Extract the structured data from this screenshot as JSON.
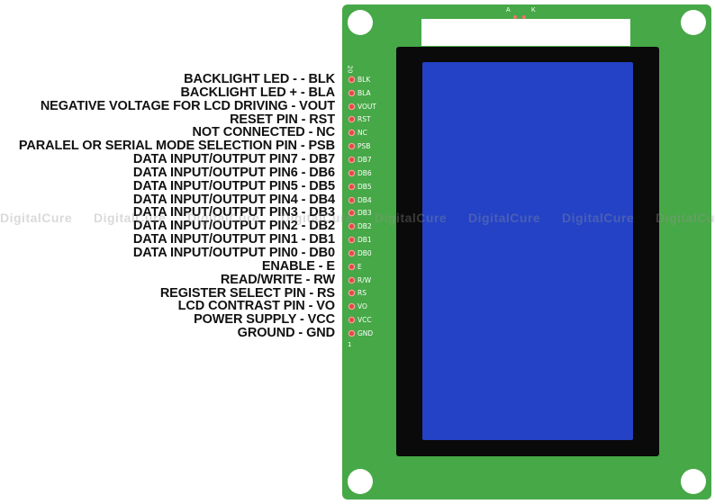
{
  "labels": [
    "BACKLIGHT LED - - BLK",
    "BACKLIGHT LED + - BLA",
    "NEGATIVE VOLTAGE FOR LCD DRIVING - VOUT",
    "RESET PIN - RST",
    "NOT CONNECTED - NC",
    "PARALEL OR SERIAL MODE SELECTION PIN - PSB",
    "DATA INPUT/OUTPUT PIN7 - DB7",
    "DATA INPUT/OUTPUT PIN6 - DB6",
    "DATA INPUT/OUTPUT PIN5 - DB5",
    "DATA INPUT/OUTPUT PIN4 - DB4",
    "DATA INPUT/OUTPUT PIN3 - DB3",
    "DATA INPUT/OUTPUT PIN2 - DB2",
    "DATA INPUT/OUTPUT PIN1 - DB1",
    "DATA INPUT/OUTPUT PIN0 - DB0",
    "ENABLE - E",
    "READ/WRITE - RW",
    "REGISTER SELECT PIN - RS",
    "LCD CONTRAST PIN - VO",
    "POWER SUPPLY - VCC",
    "GROUND - GND"
  ],
  "pins": [
    "BLK",
    "BLA",
    "VOUT",
    "RST",
    "NC",
    "PSB",
    "DB7",
    "DB6",
    "DB5",
    "DB4",
    "DB3",
    "DB2",
    "DB1",
    "DB0",
    "E",
    "R/W",
    "RS",
    "VO",
    "VCC",
    "GND"
  ],
  "pin_number_top": "20",
  "pin_number_bottom": "1",
  "top_connector": {
    "a_label": "A",
    "k_label": "K"
  },
  "watermark": [
    "DigitalCure",
    "DigitalCure",
    "DigitalCure",
    "DigitalCure",
    "DigitalCure",
    "DigitalCure",
    "DigitalCure",
    "DigitalCure"
  ],
  "colors": {
    "board": "#46a846",
    "screen": "#2342c6",
    "bezel": "#0a0a0a",
    "pin": "#e04848"
  }
}
